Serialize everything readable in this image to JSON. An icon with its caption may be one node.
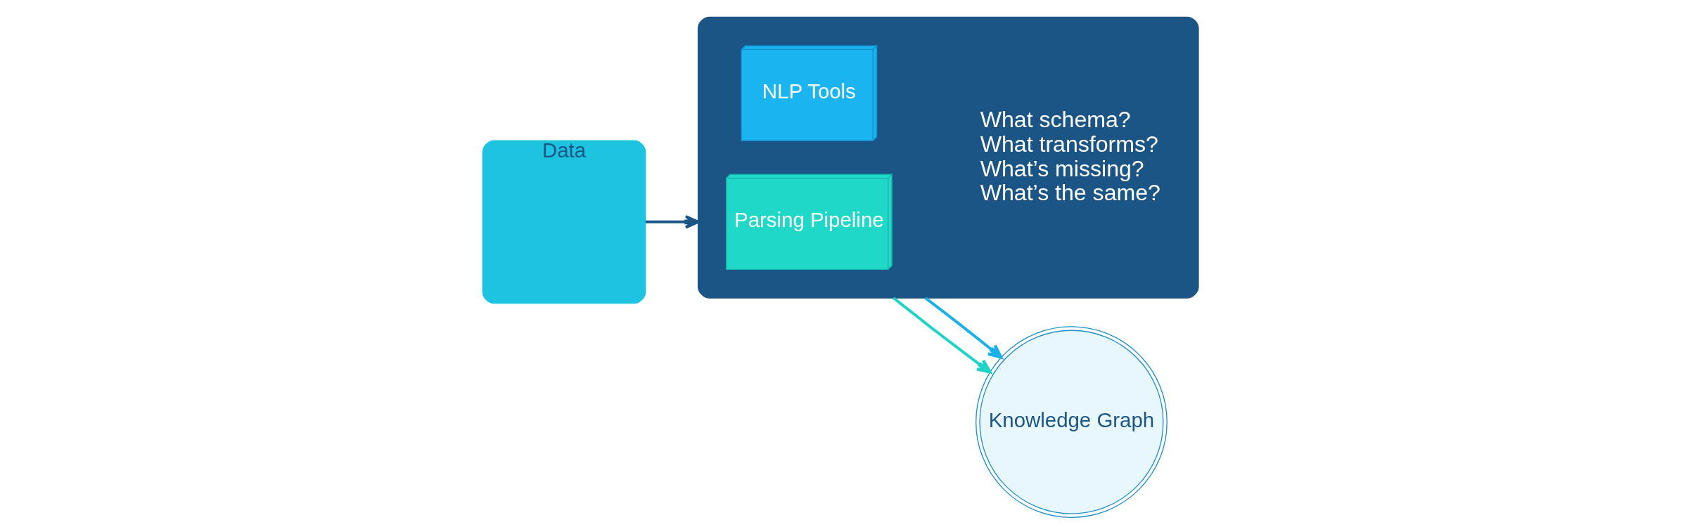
{
  "diagram": {
    "nodes": [
      {
        "text": [
          "Data"
        ]
      },
      {
        "text": [],
        "shape": "box"
      },
      {
        "text": [
          "Parsing Pipeline"
        ],
        "in": 1
      },
      {
        "text": [
          "NLP Tools"
        ],
        "in": 1
      },
      {
        "text": [
          "Knowledge Graph"
        ]
      }
    ],
    "edges": [
      {
        "from": 0,
        "to": 1,
        "arrow": "to",
        "color": "#1b5585"
      },
      {
        "from": 1,
        "to": 4,
        "arrow": "to",
        "color": "#1fd3c6"
      },
      {
        "from": 1,
        "to": 4,
        "arrow": "to",
        "color": "#1ab0e8"
      }
    ],
    "labels": [
      "What schema?",
      "What transforms?",
      "What’s missing?",
      "What’s the same?"
    ]
  }
}
